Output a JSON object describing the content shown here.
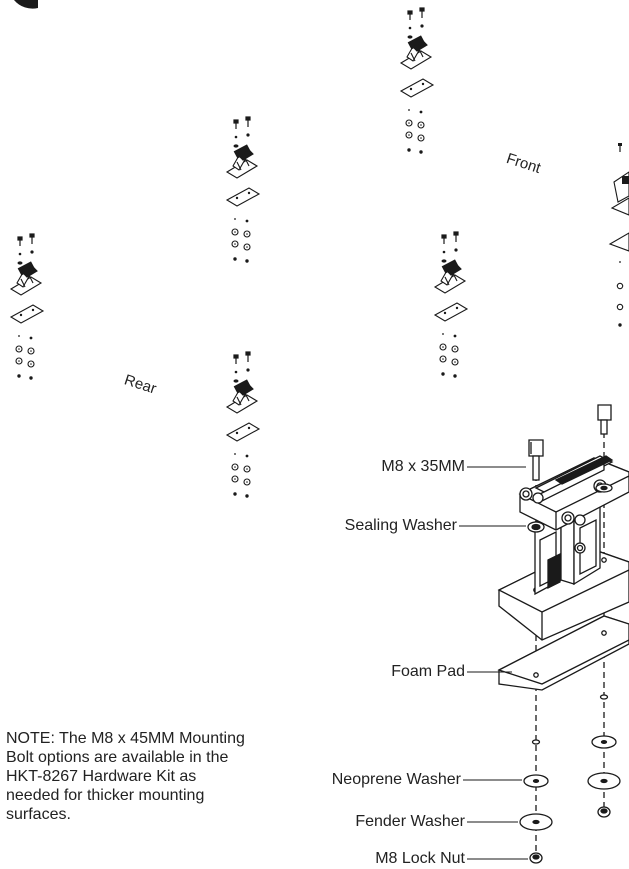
{
  "labels": {
    "bolt": "M8 x 35MM",
    "sealing_washer": "Sealing Washer",
    "foam_pad": "Foam Pad",
    "neoprene_washer": "Neoprene Washer",
    "fender_washer": "Fender Washer",
    "lock_nut": "M8 Lock Nut"
  },
  "orientation": {
    "front": "Front",
    "rear": "Rear"
  },
  "note": "NOTE: The M8 x 45MM Mounting Bolt options are available in the HKT-8267 Hardware Kit as needed for thicker mounting surfaces.",
  "colors": {
    "line": "#1a1a1a",
    "background": "#ffffff"
  }
}
